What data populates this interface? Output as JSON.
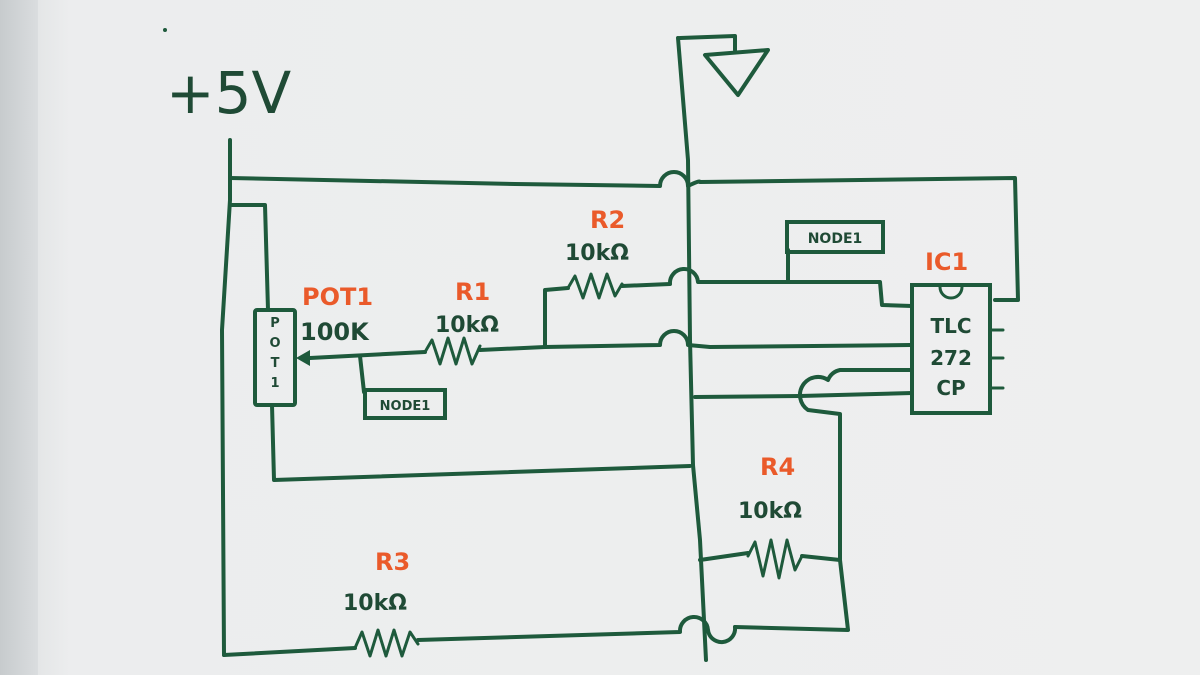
{
  "supply": {
    "label": "+5V"
  },
  "pot": {
    "name": "POT1",
    "value": "100K",
    "body_text": "POT1"
  },
  "r1": {
    "name": "R1",
    "value": "10kΩ"
  },
  "r2": {
    "name": "R2",
    "value": "10kΩ"
  },
  "r3": {
    "name": "R3",
    "value": "10kΩ"
  },
  "r4": {
    "name": "R4",
    "value": "10kΩ"
  },
  "node_left": {
    "label": "NODE1"
  },
  "node_top": {
    "label": "NODE1"
  },
  "ic": {
    "name": "IC1",
    "line1": "TLC",
    "line2": "272",
    "line3": "CP"
  },
  "colors": {
    "ink": "#1e5a3c",
    "accent": "#ea5a2a",
    "paper": "#eeefef"
  }
}
